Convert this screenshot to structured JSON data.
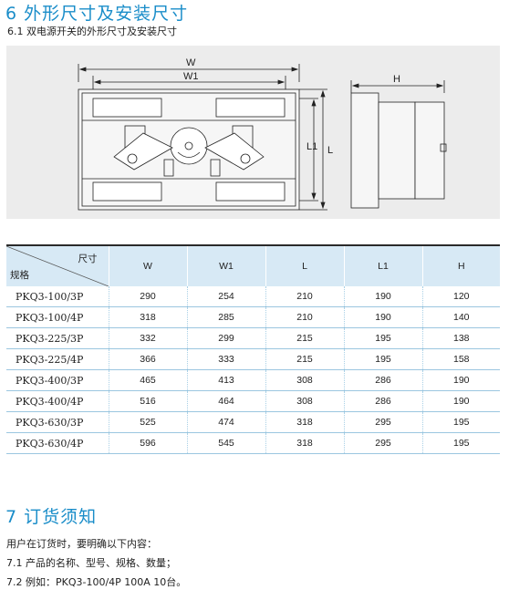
{
  "section6": {
    "title": "6 外形尺寸及安装尺寸",
    "subtitle": "6.1 双电源开关的外形尺寸及安装尺寸"
  },
  "drawing": {
    "label_w": "W",
    "label_w1": "W1",
    "label_l": "L",
    "label_l1": "L1",
    "label_h": "H"
  },
  "table": {
    "corner_top": "尺寸",
    "corner_bottom": "规格",
    "headers": [
      "W",
      "W1",
      "L",
      "L1",
      "H"
    ],
    "rows": [
      {
        "model": "PKQ3-100/3P",
        "values": [
          "290",
          "254",
          "210",
          "190",
          "120"
        ]
      },
      {
        "model": "PKQ3-100/4P",
        "values": [
          "318",
          "285",
          "210",
          "190",
          "140"
        ]
      },
      {
        "model": "PKQ3-225/3P",
        "values": [
          "332",
          "299",
          "215",
          "195",
          "138"
        ]
      },
      {
        "model": "PKQ3-225/4P",
        "values": [
          "366",
          "333",
          "215",
          "195",
          "158"
        ]
      },
      {
        "model": "PKQ3-400/3P",
        "values": [
          "465",
          "413",
          "308",
          "286",
          "190"
        ]
      },
      {
        "model": "PKQ3-400/4P",
        "values": [
          "516",
          "464",
          "308",
          "286",
          "190"
        ]
      },
      {
        "model": "PKQ3-630/3P",
        "values": [
          "525",
          "474",
          "318",
          "295",
          "195"
        ]
      },
      {
        "model": "PKQ3-630/4P",
        "values": [
          "596",
          "545",
          "318",
          "295",
          "195"
        ]
      }
    ]
  },
  "section7": {
    "title": "7 订货须知",
    "line1": "用户在订货时，要明确以下内容：",
    "line2": "7.1 产品的名称、型号、规格、数量；",
    "line3": "7.2 例如：PKQ3-100/4P 100A 10台。"
  }
}
